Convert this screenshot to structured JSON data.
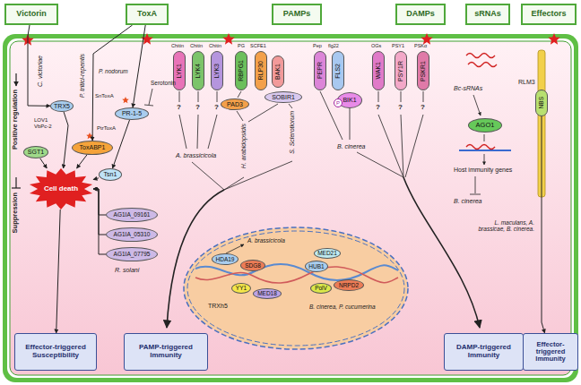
{
  "diagram": {
    "nodes": [
      {
        "text": [
          "Victorin"
        ]
      },
      {
        "text": [
          "ToxA"
        ]
      },
      {
        "text": [
          "PAMPs"
        ]
      },
      {
        "text": [
          "DAMPs"
        ]
      },
      {
        "text": [
          "sRNAs"
        ]
      },
      {
        "text": [
          "Effectors"
        ]
      },
      {
        "text": [
          "TRX5"
        ]
      },
      {
        "text": [
          "SGT1"
        ]
      },
      {
        "text": [
          "ToxABP1"
        ]
      },
      {
        "text": [
          "PR-1-5"
        ]
      },
      {
        "text": [
          "Tsn1"
        ]
      },
      {
        "text": [
          "Cell death"
        ]
      },
      {
        "text": [
          "AG1IA_09161"
        ]
      },
      {
        "text": [
          "AG1IA_05310"
        ]
      },
      {
        "text": [
          "AG1IA_07795"
        ]
      },
      {
        "text": [
          "LYK1"
        ]
      },
      {
        "text": [
          "LYK4"
        ]
      },
      {
        "text": [
          "LYK3"
        ]
      },
      {
        "text": [
          "RBPG1"
        ]
      },
      {
        "text": [
          "RLP30"
        ]
      },
      {
        "text": [
          "BAK1"
        ]
      },
      {
        "text": [
          "SOBIR1"
        ]
      },
      {
        "text": [
          "PAD3"
        ]
      },
      {
        "text": [
          "PEPR"
        ]
      },
      {
        "text": [
          "FLS2"
        ]
      },
      {
        "text": [
          "BIK1"
        ]
      },
      {
        "text": [
          "WAK1"
        ]
      },
      {
        "text": [
          "PSY1R"
        ]
      },
      {
        "text": [
          "PSKR1"
        ]
      },
      {
        "text": [
          "AGO1"
        ]
      },
      {
        "text": [
          "NBS"
        ]
      },
      {
        "text": [
          "HDA19"
        ]
      },
      {
        "text": [
          "SDG8"
        ]
      },
      {
        "text": [
          "YY1"
        ]
      },
      {
        "text": [
          "MED18"
        ]
      },
      {
        "text": [
          "HUB1"
        ]
      },
      {
        "text": [
          "MED21"
        ]
      },
      {
        "text": [
          "PolV"
        ]
      },
      {
        "text": [
          "NRPD2"
        ]
      },
      {
        "text": [
          "Effector-triggered Susceptibility"
        ]
      },
      {
        "text": [
          "PAMP-triggered Immunity"
        ]
      },
      {
        "text": [
          "DAMP-triggered Immunity"
        ]
      },
      {
        "text": [
          "Effector-triggered Immunity"
        ]
      },
      {
        "text": [
          "P"
        ],
        "in": 25
      }
    ],
    "edges": [
      {
        "from": 0,
        "to": 6,
        "arrow": "to"
      },
      {
        "from": 1,
        "to": 8,
        "arrow": "to"
      },
      {
        "from": 1,
        "to": 9,
        "arrow": "to"
      },
      {
        "from": 6,
        "to": 11,
        "arrow": "to"
      },
      {
        "from": 7,
        "to": 11,
        "arrow": "to"
      },
      {
        "from": 10,
        "to": 11,
        "arrow": "to"
      },
      {
        "from": 8,
        "to": 11,
        "arrow": "to"
      },
      {
        "from": 9,
        "to": 10,
        "arrow": "to"
      },
      {
        "from": 12,
        "to": 11,
        "arrow": "to"
      },
      {
        "from": 13,
        "to": 11,
        "arrow": "to"
      },
      {
        "from": 14,
        "to": 11,
        "arrow": "to"
      },
      {
        "from": 11,
        "to": 39,
        "arrow": "to"
      },
      {
        "from": 30,
        "to": 42,
        "arrow": "to"
      }
    ],
    "labels": [
      "C. victoriae",
      "P. tritici-repentis",
      "P. nodorum",
      "Serotonin",
      "PtrToxA",
      "SnToxA",
      "LOV1 VbPc-2",
      "R. solani",
      "Positive regulation",
      "Suppression",
      "Chitin",
      "Chitin",
      "Chitin",
      "PG",
      "SCFE1",
      "Pep",
      "flg22",
      "OGs",
      "PSY1",
      "PSKα",
      "?",
      "?",
      "?",
      "?",
      "?",
      "?",
      "A. brassicicola",
      "H. arabidopsidis",
      "S. Sclerotiorum",
      "B. cinerea",
      "Bc-sRNAs",
      "Host immunity genes",
      "B. cinerea",
      "RLM3",
      "L. maculans, A. brassicae, B. cinerea.",
      "A. brassicicola",
      "TRXh5",
      "B. cinerea, P. cucumerina"
    ]
  }
}
